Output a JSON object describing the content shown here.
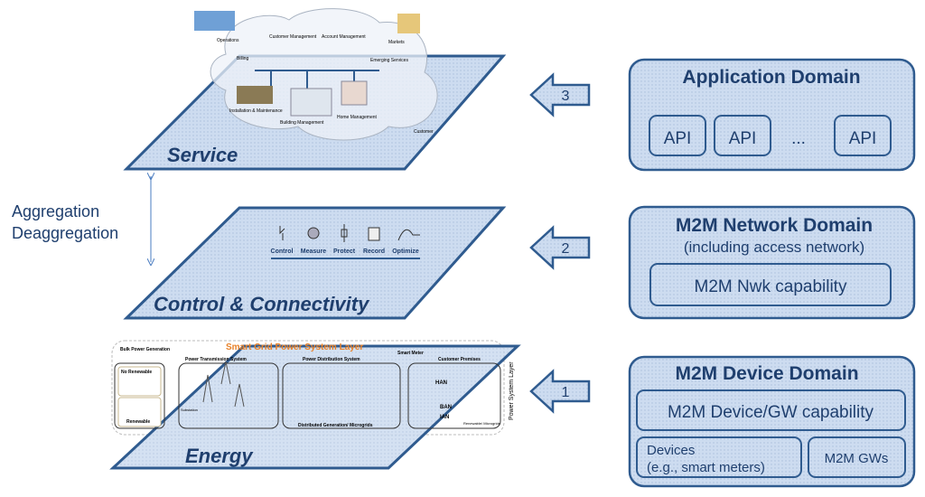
{
  "layers": {
    "service": "Service",
    "control": "Control & Connectivity",
    "energy": "Energy"
  },
  "aggregation": [
    "Aggregation",
    "Deaggregation"
  ],
  "service_items": [
    "Operations",
    "Customer Management",
    "Account Management",
    "Markets",
    "Billing",
    "Emerging Services",
    "Installation & Maintenance",
    "Building Management",
    "Home Management",
    "Customer"
  ],
  "control_items": [
    "Control",
    "Measure",
    "Protect",
    "Record",
    "Optimize"
  ],
  "power_system": {
    "title": "Smart Grid Power System Layer",
    "side_label": "Power System Layer",
    "bulk": "Bulk Power Generation",
    "no_renewable": "No Renewable",
    "renewable": "Renewable",
    "transmission": "Power Transmission System",
    "substation": "Substation",
    "distribution": "Power Distribution System",
    "dg": "Distributed Generation/ Microgrids",
    "smart_meter": "Smart Meter",
    "customer": "Customer Premises",
    "han": "HAN",
    "ban": "BAN",
    "ian": "IAN",
    "renew_micro": "Renewable/ Microgrids"
  },
  "arrows": [
    "3",
    "2",
    "1"
  ],
  "domains": {
    "application": {
      "title": "Application Domain",
      "apis": [
        "API",
        "API",
        "API"
      ],
      "ellipsis": "..."
    },
    "network": {
      "title": "M2M Network Domain",
      "subtitle": "(including access network)",
      "capability": "M2M Nwk capability"
    },
    "device": {
      "title": "M2M Device Domain",
      "capability": "M2M Device/GW capability",
      "devices": "Devices",
      "devices_sub": "(e.g., smart meters)",
      "gws": "M2M GWs"
    }
  },
  "colors": {
    "plane_fill": "#c9d9ee",
    "plane_stroke": "#2f5b8f",
    "text_dark": "#1f3f6e",
    "box_fill": "#d6e2f2",
    "orange": "#e8822a"
  }
}
